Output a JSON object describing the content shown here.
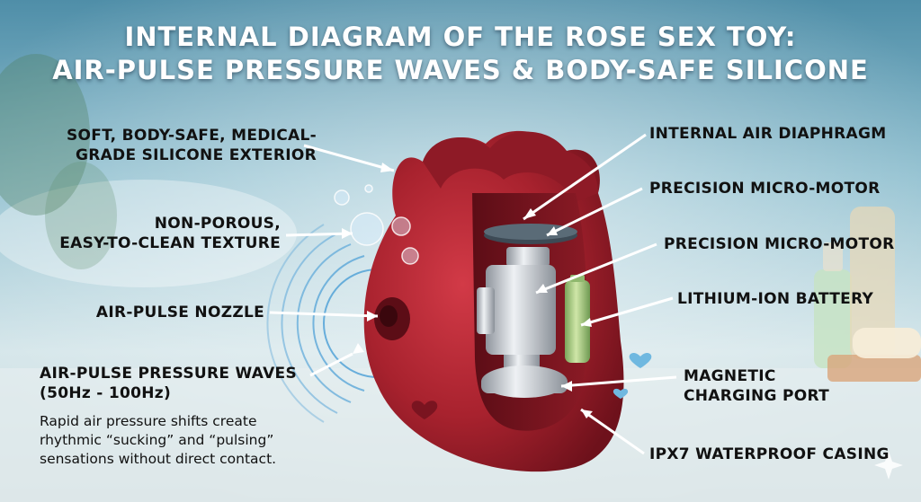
{
  "title": {
    "line1": "INTERNAL DIAGRAM OF THE ROSE SEX TOY:",
    "line2": "AIR-PULSE PRESSURE WAVES & BODY-SAFE SILICONE"
  },
  "left_labels": {
    "silicone_1": "SOFT, BODY-SAFE, MEDICAL-",
    "silicone_2": "GRADE SILICONE EXTERIOR",
    "porous_1": "NON-POROUS,",
    "porous_2": "EASY-TO-CLEAN TEXTURE",
    "nozzle": "AIR-PULSE NOZZLE",
    "waves_1": "AIR-PULSE PRESSURE WAVES",
    "waves_2": "(50Hz - 100Hz)",
    "waves_desc_1": "Rapid air pressure shifts create",
    "waves_desc_2": "rhythmic “sucking” and “pulsing”",
    "waves_desc_3": "sensations without direct contact."
  },
  "right_labels": {
    "diaphragm": "INTERNAL AIR DIAPHRAGM",
    "motor_1": "PRECISION MICRO-MOTOR",
    "motor_2": "PRECISION MICRO-MOTOR",
    "battery": "LITHIUM-ION BATTERY",
    "charging_1": "MAGNETIC",
    "charging_2": "CHARGING PORT",
    "casing": "IPX7 WATERPROOF CASING"
  },
  "colors": {
    "rose_body": "#a8222e",
    "rose_dark": "#7a1420",
    "label_text": "#111111",
    "title_text": "#ffffff",
    "wave_rings": "#5aa6d8",
    "battery": "#9cc27a",
    "motor_metal": "#c3c8cf"
  },
  "icons": [
    "heart-icon",
    "sparkle-icon",
    "bubbles-icon"
  ]
}
